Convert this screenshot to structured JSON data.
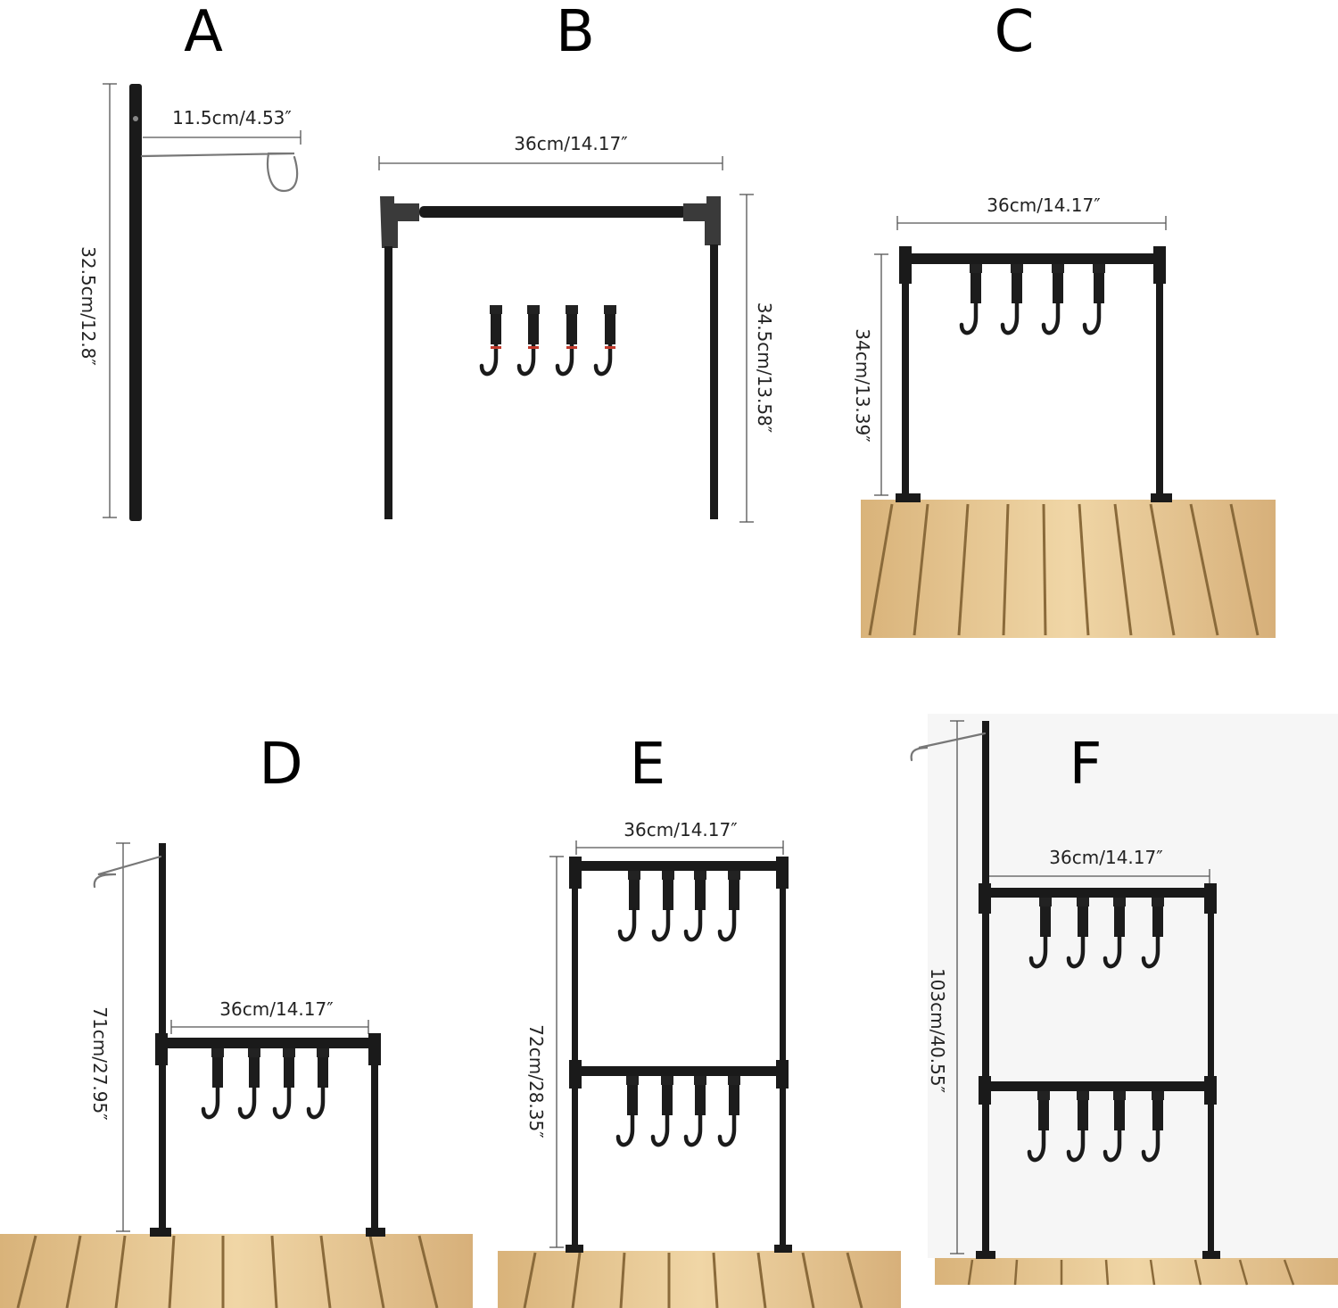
{
  "panels": {
    "A": {
      "letter": "A",
      "width_label": "11.5cm/4.53″",
      "height_label": "32.5cm/12.8″"
    },
    "B": {
      "letter": "B",
      "width_label": "36cm/14.17″",
      "height_label": "34.5cm/13.58″"
    },
    "C": {
      "letter": "C",
      "width_label": "36cm/14.17″",
      "height_label": "34cm/13.39″"
    },
    "D": {
      "letter": "D",
      "width_label": "36cm/14.17″",
      "height_label": "71cm/27.95″"
    },
    "E": {
      "letter": "E",
      "width_label": "36cm/14.17″",
      "height_label": "72cm/28.35″"
    },
    "F": {
      "letter": "F",
      "width_label": "36cm/14.17″",
      "height_label": "103cm/40.55″"
    }
  },
  "colors": {
    "frame": "#1a1a1a",
    "wood": "#e8c993",
    "wood_dark": "#c9a46a",
    "strap_accent": "#c0392b"
  }
}
